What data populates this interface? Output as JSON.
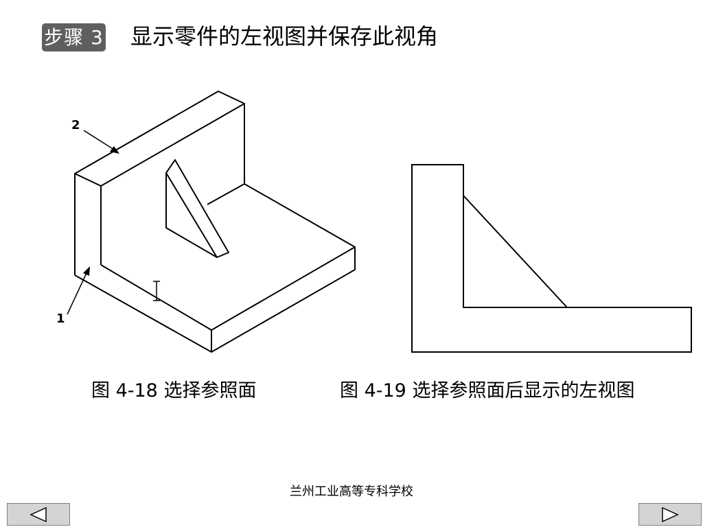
{
  "header": {
    "step_label": "步骤 3",
    "title": "显示零件的左视图并保存此视角"
  },
  "figures": {
    "left": {
      "caption": "图 4-18    选择参照面",
      "callouts": [
        "2",
        "1"
      ]
    },
    "right": {
      "caption": "图 4-19    选择参照面后显示的左视图"
    }
  },
  "footer": {
    "school": "兰州工业高等专科学校"
  },
  "navigation": {
    "prev_icon": "triangle-left-icon",
    "next_icon": "triangle-right-icon"
  }
}
